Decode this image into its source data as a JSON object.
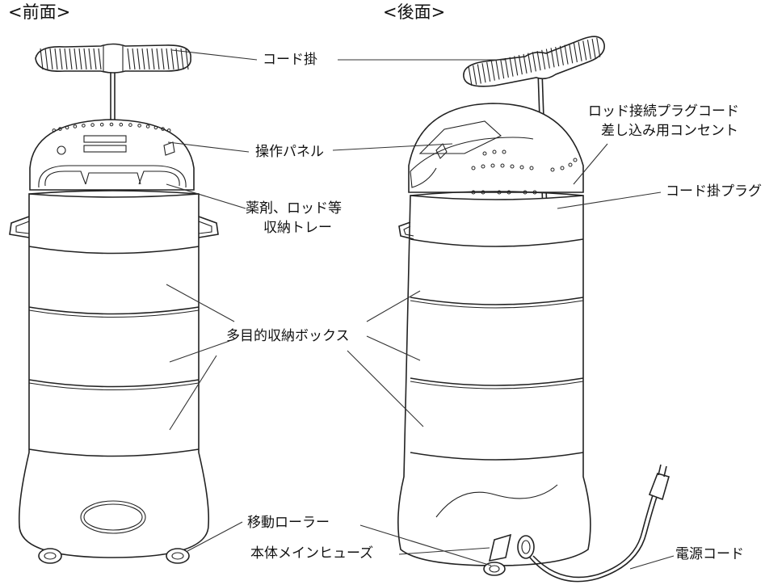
{
  "views": {
    "front_title": "<前面>",
    "rear_title": "<後面>"
  },
  "labels": {
    "cord_hanger": "コード掛",
    "control_panel": "操作パネル",
    "tray_line1": "薬剤、ロッド等",
    "tray_line2": "収納トレー",
    "storage_box": "多目的収納ボックス",
    "roller": "移動ローラー",
    "main_fuse": "本体メインヒューズ",
    "power_cord": "電源コード",
    "rod_outlet_line1": "ロッド接続プラグコード",
    "rod_outlet_line2": "差し込み用コンセント",
    "cord_hanger_plug": "コード掛プラグ"
  }
}
